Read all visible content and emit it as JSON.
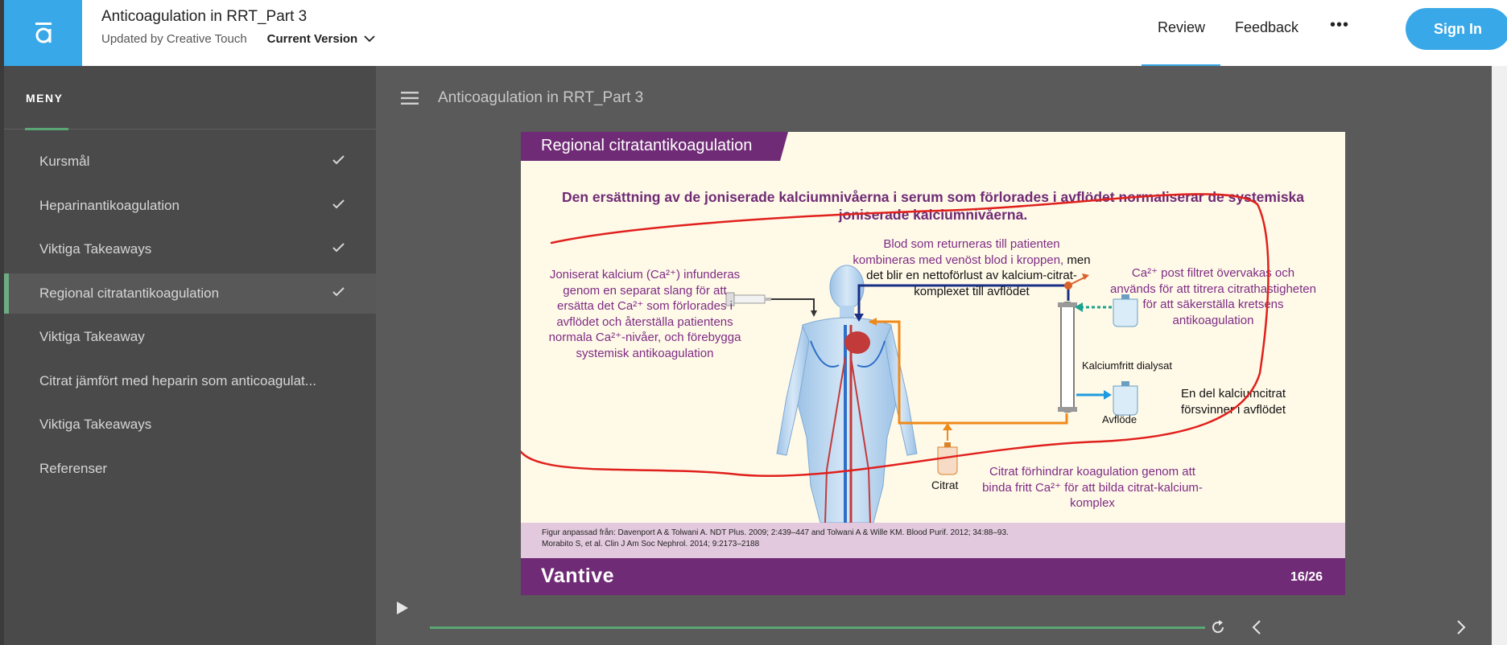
{
  "header": {
    "course_title": "Anticoagulation in RRT_Part 3",
    "updated_by": "Updated by Creative Touch",
    "version_label": "Current Version",
    "nav_review": "Review",
    "nav_feedback": "Feedback",
    "nav_more": "•••",
    "sign_in": "Sign In"
  },
  "sidebar": {
    "heading": "MENY",
    "items": [
      {
        "label": "Kursmål",
        "completed": true
      },
      {
        "label": "Heparinantikoagulation",
        "completed": true
      },
      {
        "label": "Viktiga Takeaways",
        "completed": true
      },
      {
        "label": "Regional citratantikoagulation",
        "completed": true,
        "active": true
      },
      {
        "label": "Viktiga Takeaway",
        "completed": false
      },
      {
        "label": "Citrat jämfört med heparin som anticoagulat...",
        "completed": false
      },
      {
        "label": "Viktiga Takeaways",
        "completed": false
      },
      {
        "label": "Referenser",
        "completed": false
      }
    ]
  },
  "content": {
    "lesson_title": "Anticoagulation in RRT_Part 3"
  },
  "slide": {
    "tag": "Regional citratantikoagulation",
    "heading": "Den ersättning av de joniserade kalciumnivåerna i serum som förlorades i avflödet normaliserar de systemiska joniserade kalciumnivåerna.",
    "left_text": "Joniserat kalcium (Ca²⁺) infunderas genom en separat slang för att ersätta det Ca²⁺ som förlorades i avflödet och återställa patientens normala Ca²⁺-nivåer, och förebygga systemisk antikoagulation",
    "top_text_purple": "Blod som returneras till patienten kombineras med venöst blod i kroppen,",
    "top_text_black": "men det blir en nettoförlust av kalcium-citrat-komplexet till avflödet",
    "right_text": "Ca²⁺ post filtret övervakas och används för att titrera citrathastigheten för att säkerställa kretsens antikoagulation",
    "label_dialysat": "Kalciumfritt dialysat",
    "label_avflode": "Avflöde",
    "avflode_desc": "En del kalciumcitrat försvinner i avflödet",
    "label_citrat": "Citrat",
    "bottom_text": "Citrat förhindrar koagulation genom att binda fritt Ca²⁺ för att bilda citrat-kalcium-komplex",
    "ref_line1": "Figur anpassad från: Davenport A & Tolwani A. NDT Plus. 2009; 2:439–447 and Tolwani A & Wille KM. Blood Purif. 2012; 34:88–93.",
    "ref_line2": "Morabito S, et al. Clin J Am Soc Nephrol. 2014; 9:2173–2188",
    "brand": "Vantive",
    "page_number": "16/26"
  },
  "colors": {
    "accent_blue": "#38a8e8",
    "sidebar_bg": "#4a4a4a",
    "content_bg": "#5a5a5a",
    "slide_purple": "#6f2b75",
    "progress_green": "#5aa675",
    "annotation_red": "#e0201c"
  },
  "icons": {
    "logo": "brand-a-icon",
    "version_toggle": "chevron-down-icon",
    "menu_check": "check-icon",
    "menu_toggle": "hamburger-icon",
    "play": "play-icon",
    "replay": "replay-icon",
    "prev": "chevron-left-icon",
    "next": "chevron-right-icon"
  }
}
